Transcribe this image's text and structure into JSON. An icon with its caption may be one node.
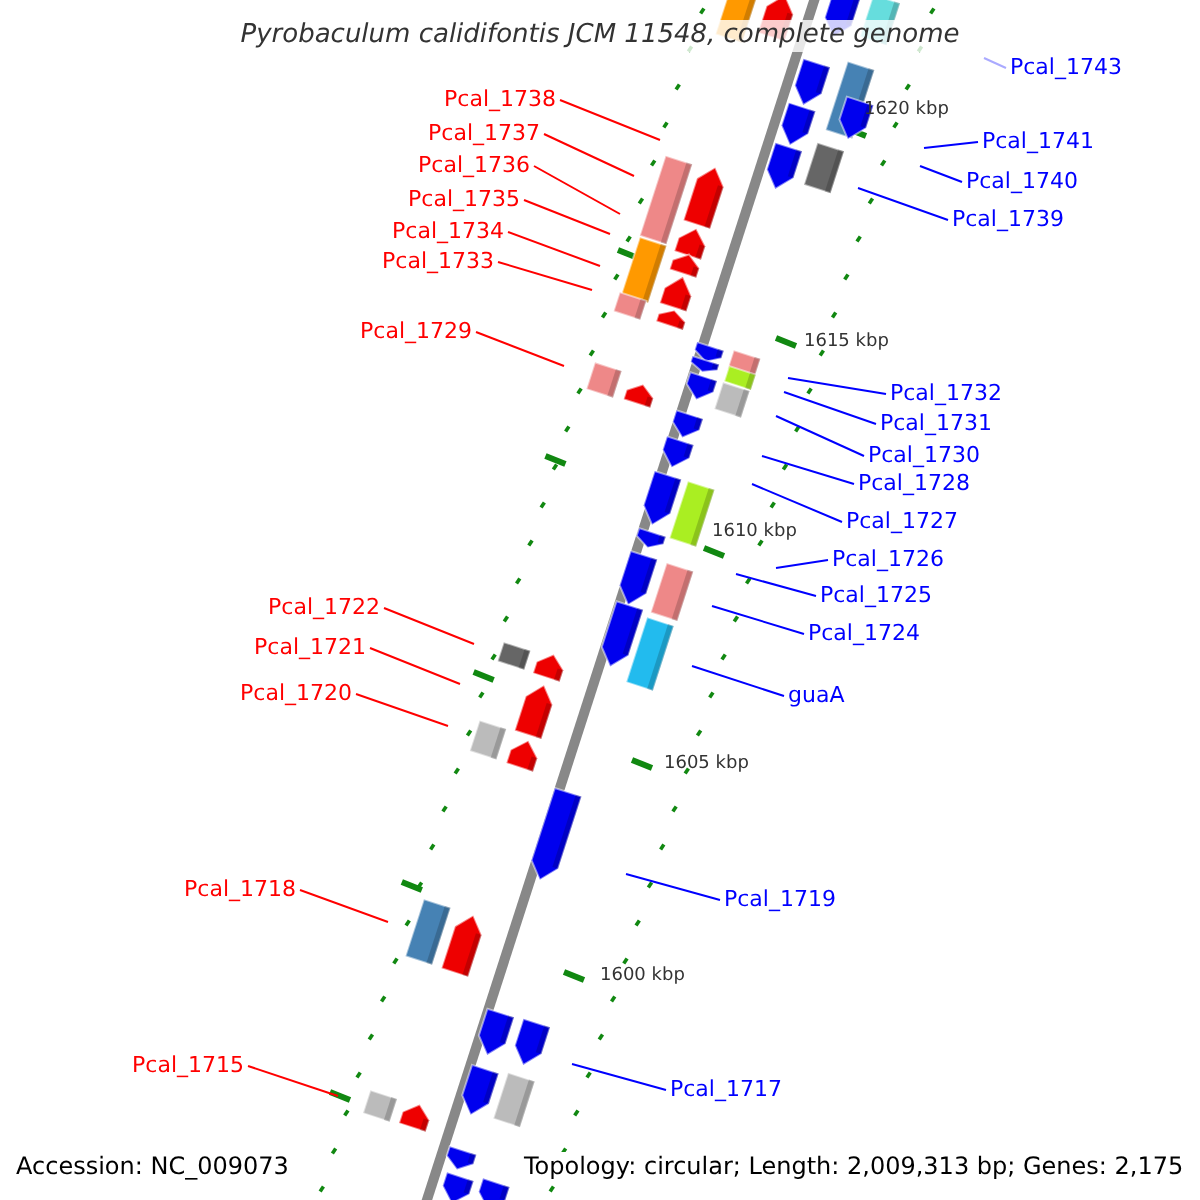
{
  "diagram": {
    "title": "Pyrobaculum calidifontis JCM 11548, complete genome",
    "nodes": [
      {
        "text": [
          "Pcal_1738"
        ]
      },
      {
        "text": [
          "Pcal_1737"
        ]
      },
      {
        "text": [
          "Pcal_1736"
        ]
      },
      {
        "text": [
          "Pcal_1735"
        ]
      },
      {
        "text": [
          "Pcal_1734"
        ]
      },
      {
        "text": [
          "Pcal_1733"
        ]
      },
      {
        "text": [
          "Pcal_1729"
        ]
      },
      {
        "text": [
          "Pcal_1722"
        ]
      },
      {
        "text": [
          "Pcal_1721"
        ]
      },
      {
        "text": [
          "Pcal_1720"
        ]
      },
      {
        "text": [
          "Pcal_1718"
        ]
      },
      {
        "text": [
          "Pcal_1715"
        ]
      },
      {
        "text": [
          "Pcal_1743"
        ]
      },
      {
        "text": [
          "Pcal_1741"
        ]
      },
      {
        "text": [
          "Pcal_1740"
        ]
      },
      {
        "text": [
          "Pcal_1739"
        ]
      },
      {
        "text": [
          "Pcal_1732"
        ]
      },
      {
        "text": [
          "Pcal_1731"
        ]
      },
      {
        "text": [
          "Pcal_1730"
        ]
      },
      {
        "text": [
          "Pcal_1728"
        ]
      },
      {
        "text": [
          "Pcal_1727"
        ]
      },
      {
        "text": [
          "Pcal_1726"
        ]
      },
      {
        "text": [
          "Pcal_1725"
        ]
      },
      {
        "text": [
          "Pcal_1724"
        ]
      },
      {
        "text": [
          "guaA"
        ]
      },
      {
        "text": [
          "Pcal_1719"
        ]
      },
      {
        "text": [
          "Pcal_1717"
        ]
      }
    ],
    "edges": [
      {
        "from": 0,
        "to": null,
        "arrow": "none",
        "color": "#ff0000"
      },
      {
        "from": 1,
        "to": null,
        "arrow": "none",
        "color": "#ff0000"
      },
      {
        "from": 2,
        "to": null,
        "arrow": "none",
        "color": "#ff0000"
      },
      {
        "from": 3,
        "to": null,
        "arrow": "none",
        "color": "#ff0000"
      },
      {
        "from": 4,
        "to": null,
        "arrow": "none",
        "color": "#ff0000"
      },
      {
        "from": 5,
        "to": null,
        "arrow": "none",
        "color": "#ff0000"
      },
      {
        "from": 6,
        "to": null,
        "arrow": "none",
        "color": "#ff0000"
      },
      {
        "from": 7,
        "to": null,
        "arrow": "none",
        "color": "#ff0000"
      },
      {
        "from": 8,
        "to": null,
        "arrow": "none",
        "color": "#ff0000"
      },
      {
        "from": 9,
        "to": null,
        "arrow": "none",
        "color": "#ff0000"
      },
      {
        "from": 10,
        "to": null,
        "arrow": "none",
        "color": "#ff0000"
      },
      {
        "from": 11,
        "to": null,
        "arrow": "none",
        "color": "#ff0000"
      },
      {
        "from": 12,
        "to": null,
        "arrow": "none",
        "color": "#aaaaff"
      },
      {
        "from": 13,
        "to": null,
        "arrow": "none"
      },
      {
        "from": 14,
        "to": null,
        "arrow": "none"
      },
      {
        "from": 15,
        "to": null,
        "arrow": "none"
      },
      {
        "from": 16,
        "to": null,
        "arrow": "none"
      },
      {
        "from": 17,
        "to": null,
        "arrow": "none"
      },
      {
        "from": 18,
        "to": null,
        "arrow": "none"
      },
      {
        "from": 19,
        "to": null,
        "arrow": "none"
      },
      {
        "from": 20,
        "to": null,
        "arrow": "none"
      },
      {
        "from": 21,
        "to": null,
        "arrow": "none"
      },
      {
        "from": 22,
        "to": null,
        "arrow": "none"
      },
      {
        "from": 23,
        "to": null,
        "arrow": "none"
      },
      {
        "from": 24,
        "to": null,
        "arrow": "none"
      },
      {
        "from": 25,
        "to": null,
        "arrow": "none"
      },
      {
        "from": 26,
        "to": null,
        "arrow": "none"
      }
    ],
    "labels": [
      "1620 kbp",
      "1615 kbp",
      "1610 kbp",
      "1605 kbp",
      "1600 kbp",
      "Accession: NC_009073",
      "Topology: circular; Length: 2,009,313 bp; Genes: 2,175"
    ]
  }
}
